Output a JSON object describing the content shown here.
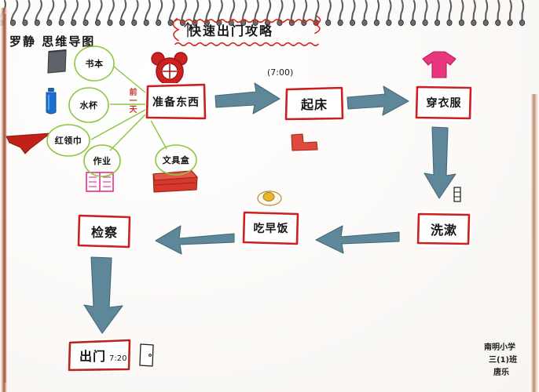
{
  "page": {
    "title_handwritten": "罗静 思维导图",
    "banner": "快速出门攻略",
    "signature_line1": "南明小学",
    "signature_line2": "三(1)班",
    "signature_line3": "唐乐"
  },
  "colors": {
    "red_frame": "#cc2020",
    "green_circle": "#8dc63f",
    "green_line": "#8dc63f",
    "arrow_blue": "#5b8296",
    "pink": "#e8367f",
    "red_object": "#d93b2b",
    "paper": "#fdfcfa",
    "ink": "#161616"
  },
  "center": {
    "label": "准备东西",
    "side_note": "前一天",
    "icon": "bear-head-icon"
  },
  "branches": [
    {
      "label": "书本",
      "icon": "notebook-icon"
    },
    {
      "label": "水杯",
      "icon": "water-bottle-icon"
    },
    {
      "label": "红领巾",
      "icon": "red-scarf-icon"
    },
    {
      "label": "作业",
      "icon": "open-book-icon"
    },
    {
      "label": "文具盒",
      "icon": "pencil-case-icon"
    }
  ],
  "flow": [
    {
      "label": "起床",
      "time": "(7:00)",
      "icon": "red-pillow-icon"
    },
    {
      "label": "穿衣服",
      "time": "",
      "icon": "pink-shirt-icon"
    },
    {
      "label": "洗漱",
      "time": "",
      "icon": "toothbrush-icon"
    },
    {
      "label": "吃早饭",
      "time": "",
      "icon": "fried-egg-icon"
    },
    {
      "label": "检察",
      "time": "",
      "icon": ""
    },
    {
      "label": "出门",
      "time": "7:20",
      "icon": "door-icon"
    }
  ],
  "arrows": [
    {
      "name": "arrow-prepare-to-wakeup",
      "direction": "right"
    },
    {
      "name": "arrow-wakeup-to-dress",
      "direction": "right"
    },
    {
      "name": "arrow-dress-to-wash",
      "direction": "down"
    },
    {
      "name": "arrow-wash-to-breakfast",
      "direction": "left"
    },
    {
      "name": "arrow-breakfast-to-check",
      "direction": "left"
    },
    {
      "name": "arrow-check-to-leave",
      "direction": "down"
    }
  ]
}
